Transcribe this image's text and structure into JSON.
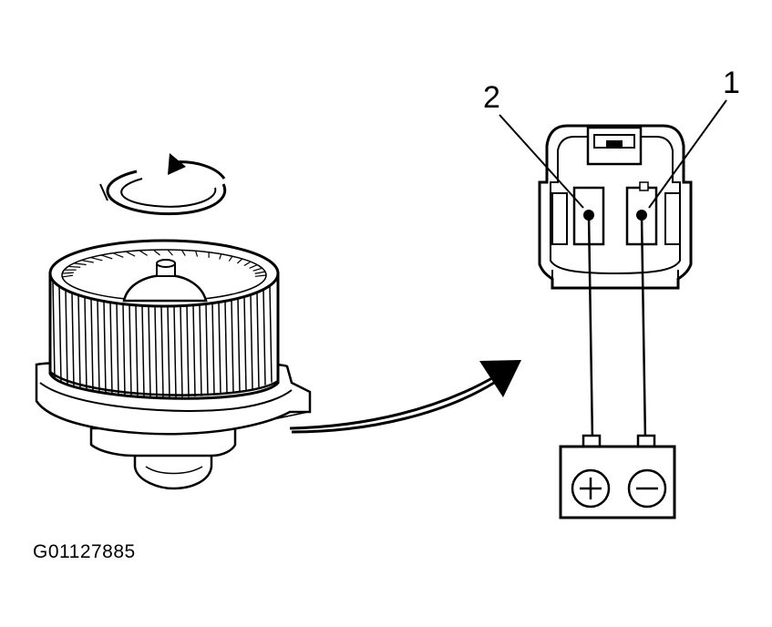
{
  "callouts": {
    "terminal_1": "1",
    "terminal_2": "2"
  },
  "battery": {
    "positive_symbol": "+",
    "negative_symbol": "−"
  },
  "figure_id": "G01127885",
  "icons": {
    "rotation": "rotation-arrow-icon",
    "pointer": "curved-arrow-icon"
  }
}
